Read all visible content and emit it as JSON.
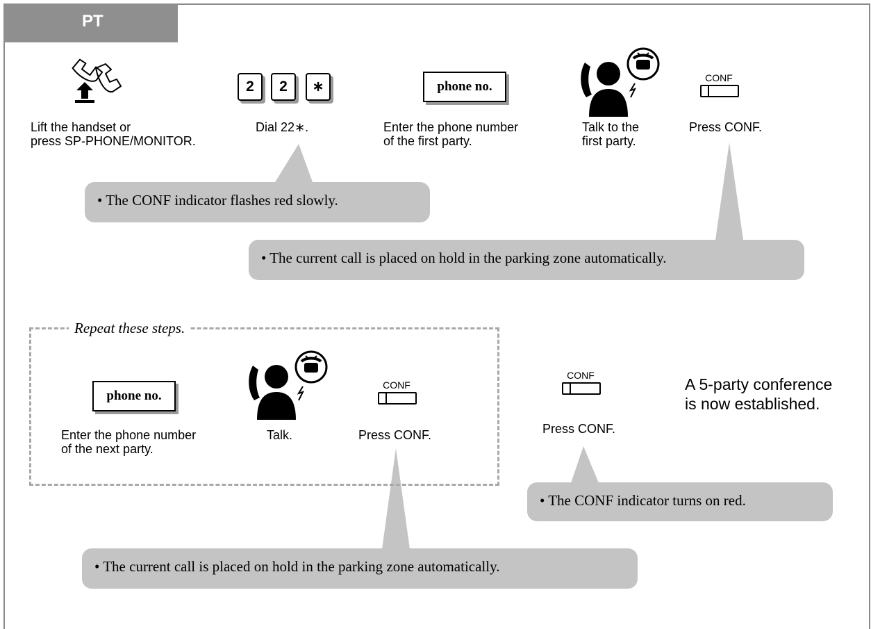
{
  "tab_label": "PT",
  "steps_top": [
    {
      "caption": "Lift the handset or\npress SP-PHONE/MONITOR."
    },
    {
      "keys": [
        "2",
        "2",
        "∗"
      ],
      "caption": "Dial 22∗."
    },
    {
      "box_label": "phone no.",
      "caption": "Enter the phone number\nof the first party."
    },
    {
      "caption": "Talk to the\nfirst party."
    },
    {
      "key_label": "CONF",
      "caption": "Press CONF."
    }
  ],
  "bubbles": [
    "•  The CONF indicator flashes red slowly.",
    "•  The current call is placed on hold in the parking zone automatically.",
    "•  The CONF indicator turns on red.",
    "•  The current call is placed on hold in the parking zone automatically."
  ],
  "repeat_label": "Repeat these steps.",
  "steps_repeat": [
    {
      "box_label": "phone no.",
      "caption": "Enter the phone number\nof the next party."
    },
    {
      "caption": "Talk."
    },
    {
      "key_label": "CONF",
      "caption": "Press CONF."
    }
  ],
  "final_step": {
    "key_label": "CONF",
    "caption": "Press CONF."
  },
  "result_text": "A 5-party conference\nis now established."
}
